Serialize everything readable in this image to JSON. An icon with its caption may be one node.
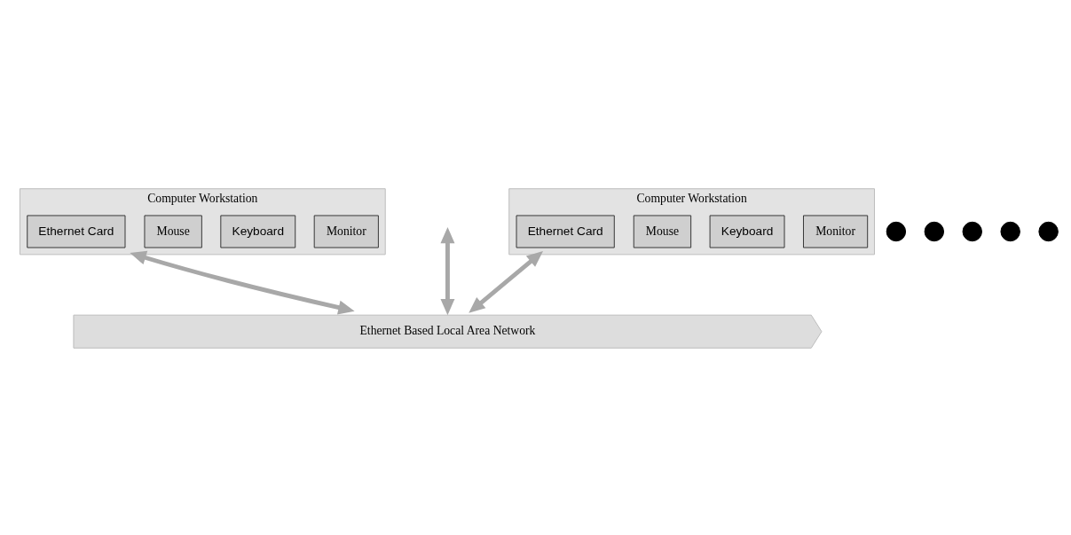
{
  "diagram": {
    "nodes": [
      {
        "text": [
          "Computer Workstation"
        ]
      },
      {
        "text": [
          "Monitor"
        ],
        "in": 0
      },
      {
        "text": [
          "Keyboard"
        ],
        "in": 0
      },
      {
        "text": [
          "Mouse"
        ],
        "in": 0
      },
      {
        "text": [
          "Ethernet Card"
        ],
        "in": 0
      },
      {
        "text": [],
        "shape": "circle"
      },
      {
        "text": [],
        "shape": "circle"
      },
      {
        "text": [],
        "shape": "circle"
      },
      {
        "text": [],
        "shape": "circle"
      },
      {
        "text": [],
        "shape": "circle"
      },
      {
        "text": [
          "Computer Workstation"
        ]
      },
      {
        "text": [
          "Monitor"
        ],
        "in": 10
      },
      {
        "text": [
          "Keyboard"
        ],
        "in": 10
      },
      {
        "text": [
          "Mouse"
        ],
        "in": 10
      },
      {
        "text": [
          "Ethernet Card"
        ],
        "in": 10
      },
      {
        "text": [
          "Ethernet Based Local Area Network"
        ]
      }
    ],
    "edges": [
      {
        "from": 0,
        "to": 15,
        "arrow": "both"
      },
      {
        "from": null,
        "to": 15,
        "arrow": "both"
      },
      {
        "from": 10,
        "to": 15,
        "arrow": "both"
      }
    ]
  }
}
